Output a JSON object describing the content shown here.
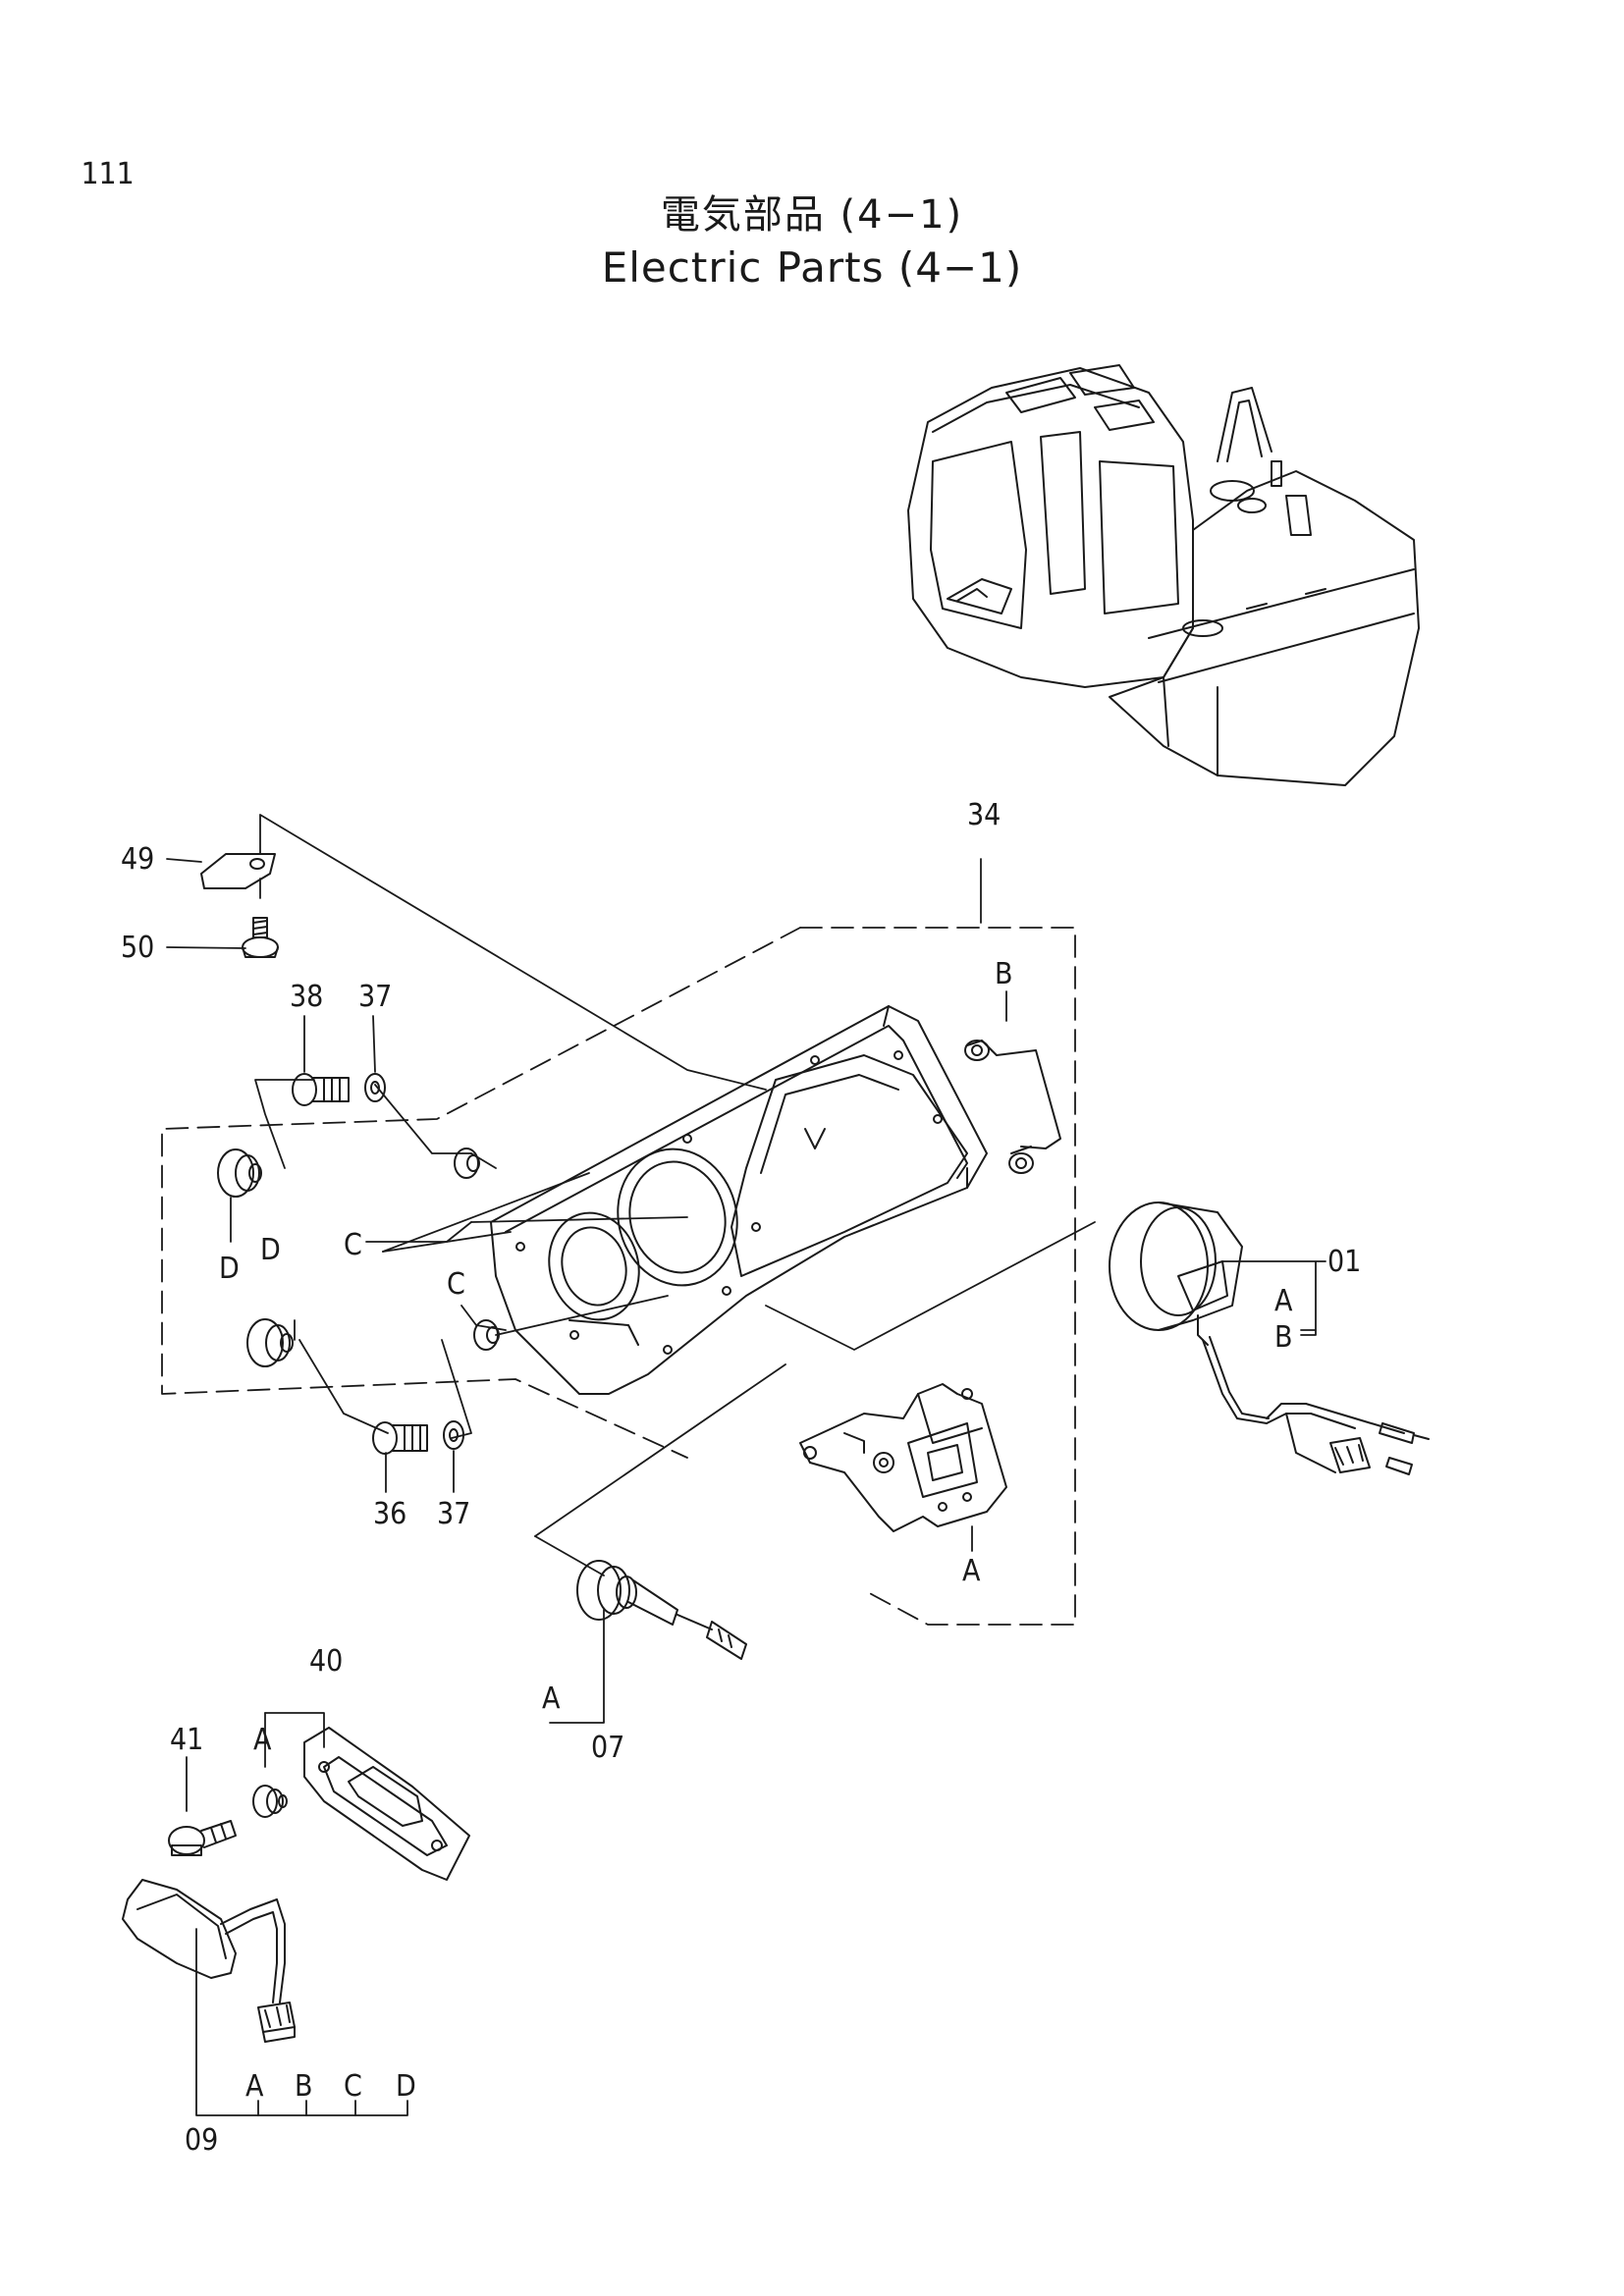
{
  "page": {
    "number": "111"
  },
  "title": {
    "japanese": "電気部品 (4−1)",
    "english": "Electric Parts (4−1)"
  },
  "callouts": [
    {
      "id": "c49",
      "label": "49"
    },
    {
      "id": "c50",
      "label": "50"
    },
    {
      "id": "c34",
      "label": "34"
    },
    {
      "id": "c38",
      "label": "38"
    },
    {
      "id": "c37a",
      "label": "37"
    },
    {
      "id": "cB1",
      "label": "B"
    },
    {
      "id": "cC1",
      "label": "C"
    },
    {
      "id": "cD1",
      "label": "D"
    },
    {
      "id": "cD2",
      "label": "D"
    },
    {
      "id": "cC2",
      "label": "C"
    },
    {
      "id": "c01",
      "label": "01"
    },
    {
      "id": "cA1",
      "label": "A"
    },
    {
      "id": "cB2",
      "label": "B"
    },
    {
      "id": "c36",
      "label": "36"
    },
    {
      "id": "c37b",
      "label": "37"
    },
    {
      "id": "cA2",
      "label": "A"
    },
    {
      "id": "cA3",
      "label": "A"
    },
    {
      "id": "c07",
      "label": "07"
    },
    {
      "id": "c40",
      "label": "40"
    },
    {
      "id": "c41",
      "label": "41"
    },
    {
      "id": "cA4",
      "label": "A"
    },
    {
      "id": "cA5",
      "label": "A"
    },
    {
      "id": "cB3",
      "label": "B"
    },
    {
      "id": "cC3",
      "label": "C"
    },
    {
      "id": "cD3",
      "label": "D"
    },
    {
      "id": "c09",
      "label": "09"
    }
  ],
  "colors": {
    "ink": "#1a1a1a",
    "paper": "#ffffff"
  }
}
